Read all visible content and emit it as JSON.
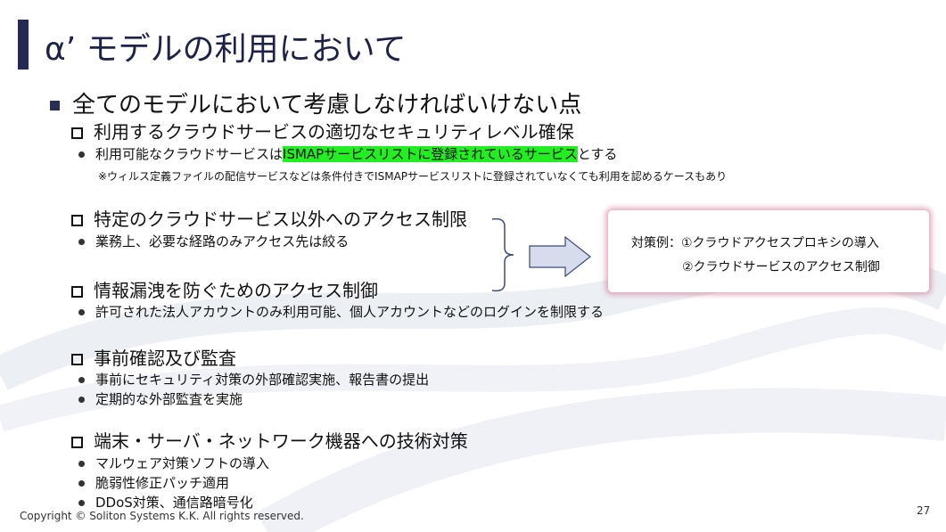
{
  "title": "α’ モデルの利用において",
  "main_point": "全てのモデルにおいて考慮しなければいけない点",
  "sections": [
    {
      "heading": "利用するクラウドサービスの適切なセキュリティレベル確保",
      "bullet_prefix": "利用可能なクラウドサービスは",
      "bullet_highlight": "ISMAPサービスリストに登録されているサービス",
      "bullet_suffix": "とする",
      "note": "※ウィルス定義ファイルの配信サービスなどは条件付きでISMAPサービスリストに登録されていなくても利用を認めるケースもあり"
    },
    {
      "heading": "特定のクラウドサービス以外へのアクセス制限",
      "bullets": [
        "業務上、必要な経路のみアクセス先は絞る"
      ]
    },
    {
      "heading": "情報漏洩を防ぐためのアクセス制御",
      "bullets": [
        "許可された法人アカウントのみ利用可能、個人アカウントなどのログインを制限する"
      ]
    },
    {
      "heading": "事前確認及び監査",
      "bullets": [
        "事前にセキュリティ対策の外部確認実施、報告書の提出",
        "定期的な外部監査を実施"
      ]
    },
    {
      "heading": "端末・サーバ・ネットワーク機器への技術対策",
      "bullets": [
        "マルウェア対策ソフトの導入",
        "脆弱性修正パッチ適用",
        "DDoS対策、通信路暗号化"
      ]
    }
  ],
  "callout": {
    "line1": "対策例：①クラウドアクセスプロキシの導入",
    "line2": "②クラウドサービスのアクセス制御"
  },
  "footer": {
    "copyright": "Copyright © Soliton Systems K.K. All rights reserved.",
    "page": "27"
  },
  "colors": {
    "accent": "#252a52",
    "highlight": "#22ee22",
    "callout_glow": "#d27896"
  }
}
